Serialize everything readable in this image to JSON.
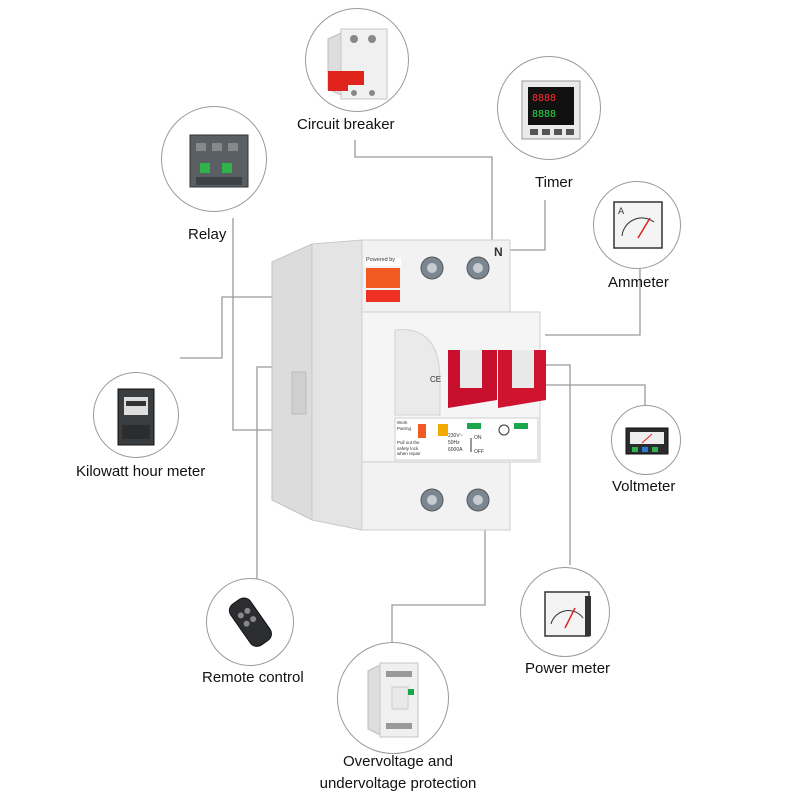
{
  "device": {
    "brand_text": "Powered by",
    "terminal_mark": "N",
    "ce_mark": "CE",
    "spec_text": [
      "230V~",
      "50Hz",
      "6000A"
    ],
    "switch_on": "ON",
    "switch_off": "OFF",
    "warning_text": [
      "Pull out the",
      "safety lock",
      "when repair"
    ],
    "mode_text": [
      "Work",
      "Pairing"
    ]
  },
  "components": [
    {
      "id": "circuit-breaker",
      "label": "Circuit breaker"
    },
    {
      "id": "timer",
      "label": "Timer"
    },
    {
      "id": "relay",
      "label": "Relay"
    },
    {
      "id": "ammeter",
      "label": "Ammeter"
    },
    {
      "id": "kilowatt-hour-meter",
      "label": "Kilowatt hour meter"
    },
    {
      "id": "voltmeter",
      "label": "Voltmeter"
    },
    {
      "id": "remote-control",
      "label": "Remote control"
    },
    {
      "id": "power-meter",
      "label": "Power meter"
    },
    {
      "id": "overvoltage-protection",
      "label_lines": [
        "Overvoltage and",
        "undervoltage protection"
      ]
    }
  ],
  "colors": {
    "connector_line": "#9a9a9a",
    "device_body": "#ededed",
    "device_shadow": "#d4d4d4",
    "switch_red": "#c8102e",
    "indicator_green": "#1aa64a",
    "indicator_orange": "#f2a900"
  }
}
